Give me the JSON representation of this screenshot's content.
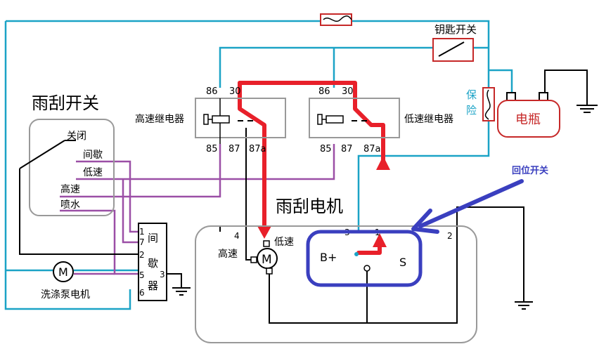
{
  "labels": {
    "wiper_switch_title": "雨刮开关",
    "switch_off": "关闭",
    "switch_intermittent": "间歇",
    "switch_low": "低速",
    "switch_high": "高速",
    "switch_spray": "喷水",
    "high_relay": "高速继电器",
    "low_relay": "低速继电器",
    "key_switch": "钥匙开关",
    "fuse_side": "保险",
    "battery": "电瓶",
    "wiper_motor_title": "雨刮电机",
    "return_switch": "回位开关",
    "motor_high": "高速",
    "motor_low": "低速",
    "motor_symbol": "M",
    "washer_motor": "洗涤泵电机",
    "intermittent_module": "间歇器",
    "contact_bplus": "B+",
    "contact_s": "S"
  },
  "pins": {
    "high_relay_top_left": "86",
    "high_relay_top_right": "30",
    "high_relay_bottom_a": "85",
    "high_relay_bottom_b": "87",
    "high_relay_bottom_c": "87a",
    "low_relay_top_left": "86",
    "low_relay_top_right": "30",
    "low_relay_bottom_a": "85",
    "low_relay_bottom_b": "87",
    "low_relay_bottom_c": "87a",
    "module_1": "1",
    "module_7": "7",
    "module_2": "2",
    "module_5": "5",
    "module_6": "6",
    "module_3": "3",
    "motor_4": "4",
    "motor_3": "3",
    "motor_1": "1",
    "motor_2": "2"
  },
  "colors": {
    "power_wire": "#1ba3c6",
    "signal_wire": "#9b4fa6",
    "ground_wire": "#000000",
    "current_path": "#e8202a",
    "annotation": "#3a3fbf",
    "red_box": "#c62828"
  }
}
